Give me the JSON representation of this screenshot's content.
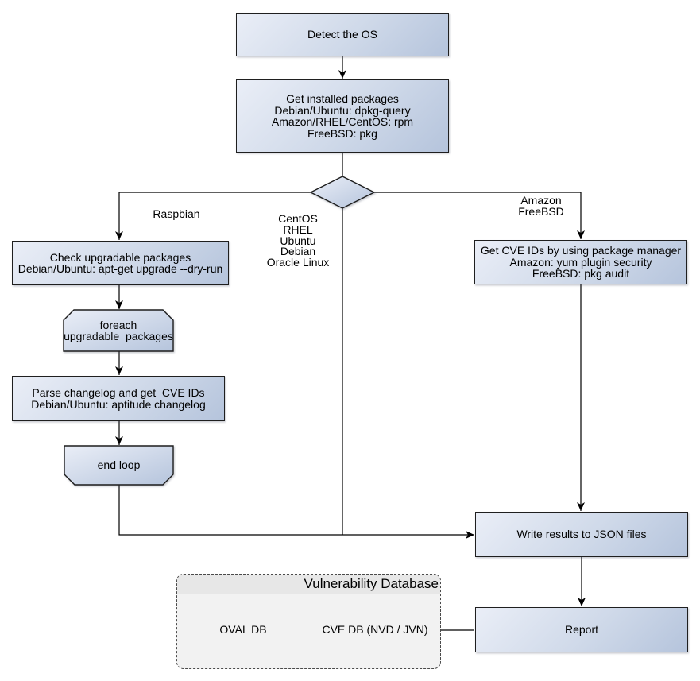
{
  "nodes": {
    "detect_os": "Detect the OS",
    "get_installed_packages": "Get installed packages\nDebian/Ubuntu: dpkg-query\nAmazon/RHEL/CentOS: rpm\nFreeBSD: pkg",
    "check_upgradable": "Check upgradable packages\nDebian/Ubuntu: apt-get upgrade --dry-run",
    "foreach_loop": "foreach\nupgradable  packages",
    "parse_changelog": "Parse changelog and get  CVE IDs\nDebian/Ubuntu: aptitude changelog",
    "end_loop": "end loop",
    "get_cve_ids": "Get CVE IDs by using package manager\nAmazon: yum plugin security\nFreeBSD: pkg audit",
    "write_results": "Write results to JSON files",
    "report": "Report"
  },
  "edge_labels": {
    "raspbian": "Raspbian",
    "os_group": "CentOS\nRHEL\nUbuntu\nDebian\nOracle Linux",
    "amazon_freebsd": "Amazon\nFreeBSD"
  },
  "database": {
    "title": "Vulnerability Database",
    "oval_db": "OVAL DB",
    "cve_db": "CVE DB (NVD / JVN)"
  },
  "colors": {
    "node_gradient_light": "#eaeef7",
    "node_gradient_dark": "#b5c4dc",
    "node_border": "#1f1f1f",
    "line_color": "#000000",
    "cylinder_top": "#dde7f3",
    "container_fill": "#f2f2f2",
    "container_header": "#e7e7e7",
    "container_border": "#4a4a4a"
  }
}
